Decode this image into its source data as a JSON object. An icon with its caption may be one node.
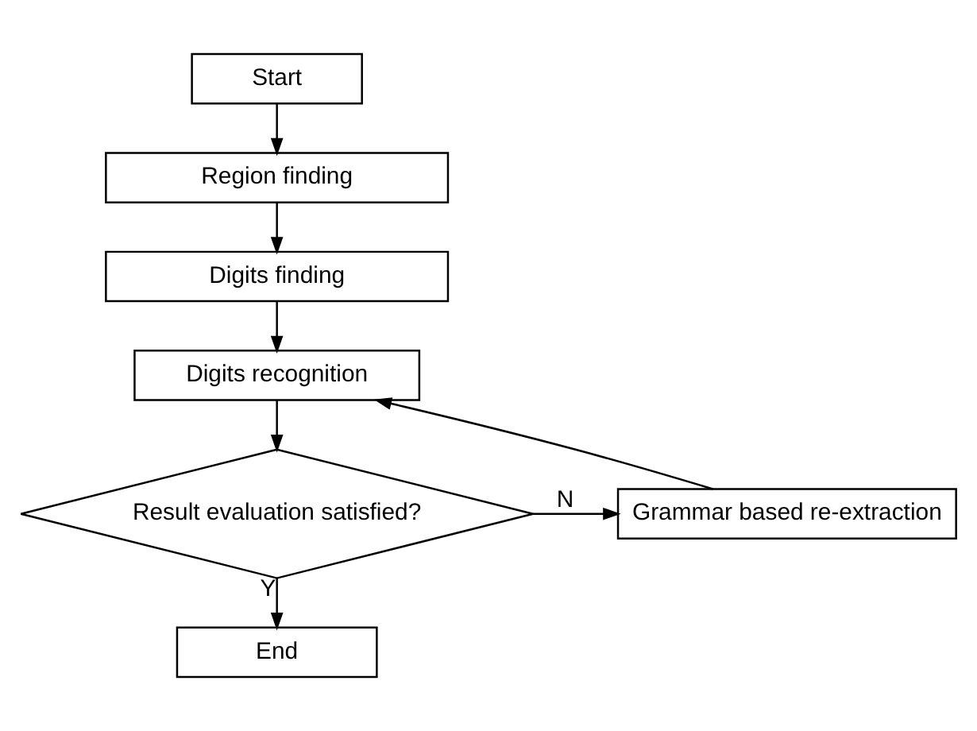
{
  "diagram": {
    "nodes": [
      {
        "text": [
          "Start"
        ]
      },
      {
        "text": [
          "Region finding"
        ]
      },
      {
        "text": [
          "Digits finding"
        ]
      },
      {
        "text": [
          "Digits recognition"
        ]
      },
      {
        "text": [
          "Result evaluation satisfied?"
        ]
      },
      {
        "text": [
          "Grammar based re-extraction"
        ]
      },
      {
        "text": [
          "End"
        ]
      }
    ],
    "edges": [
      {
        "from": 0,
        "to": 1,
        "arrow": "to"
      },
      {
        "from": 1,
        "to": 2,
        "arrow": "to"
      },
      {
        "from": 2,
        "to": 3,
        "arrow": "to"
      },
      {
        "from": 3,
        "to": 4,
        "arrow": "to"
      },
      {
        "from": 4,
        "to": 5,
        "arrow": "to",
        "label": "N"
      },
      {
        "from": 5,
        "to": 3,
        "arrow": "to"
      },
      {
        "from": 4,
        "to": 6,
        "arrow": "to",
        "label": "Y"
      }
    ]
  }
}
